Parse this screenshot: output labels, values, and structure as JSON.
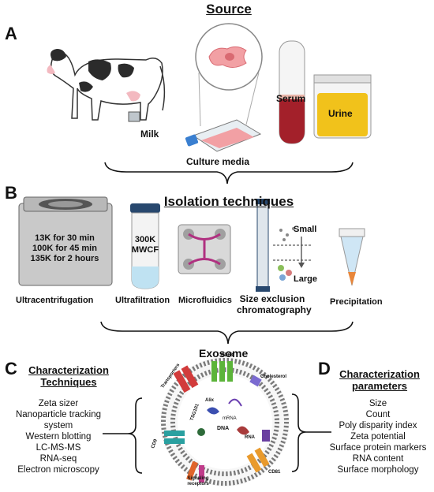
{
  "panels": {
    "a": "A",
    "b": "B",
    "c": "C",
    "d": "D"
  },
  "source": {
    "title": "Source",
    "milk": "Milk",
    "culture_media": "Culture media",
    "serum": "Serum",
    "urine": "Urine"
  },
  "isolation": {
    "title": "Isolation techniques",
    "ultracentrifuge_settings": [
      "13K for 30 min",
      "100K for 45 min",
      "135K for 2 hours"
    ],
    "ultrafiltration_settings": [
      "300K",
      "MWCF"
    ],
    "sec_small": "Small",
    "sec_large": "Large",
    "labels": {
      "ultracentrifugation": "Ultracentrifugation",
      "ultrafiltration": "Ultrafiltration",
      "microfluidics": "Microfluidics",
      "sec_line1": "Size exclusion",
      "sec_line2": "chromatography",
      "precipitation": "Precipitation"
    }
  },
  "characterization_techniques": {
    "title_line1": "Characterization",
    "title_line2": "Techniques",
    "items": [
      "Zeta sizer",
      "Nanoparticle tracking",
      "system",
      "Western blotting",
      "LC-MS-MS",
      "RNA-seq",
      "Electron microscopy"
    ]
  },
  "exosome": {
    "title": "Exosome",
    "labels": {
      "transporters": "Transporters",
      "cd63": "CD63",
      "cholesterol": "Cholesterol",
      "alix": "Alix",
      "tsg101": "TSG101",
      "mrna": "mRNA",
      "dna": "DNA",
      "rna": "RNA",
      "cd9": "CD9",
      "signaling_receptors": "Signaling receptors",
      "cd81": "CD81"
    }
  },
  "characterization_parameters": {
    "title_line1": "Characterization",
    "title_line2": "parameters",
    "items": [
      "Size",
      "Count",
      "Poly disparity index",
      "Zeta potential",
      "Surface protein markers",
      "RNA  content",
      "Surface morphology"
    ]
  },
  "colors": {
    "cell_pink": "#f2a0a4",
    "serum_red": "#a3202a",
    "urine_yellow": "#f1c21b",
    "membrane_teal": "#2aa0a0",
    "cap_navy": "#28486e"
  }
}
